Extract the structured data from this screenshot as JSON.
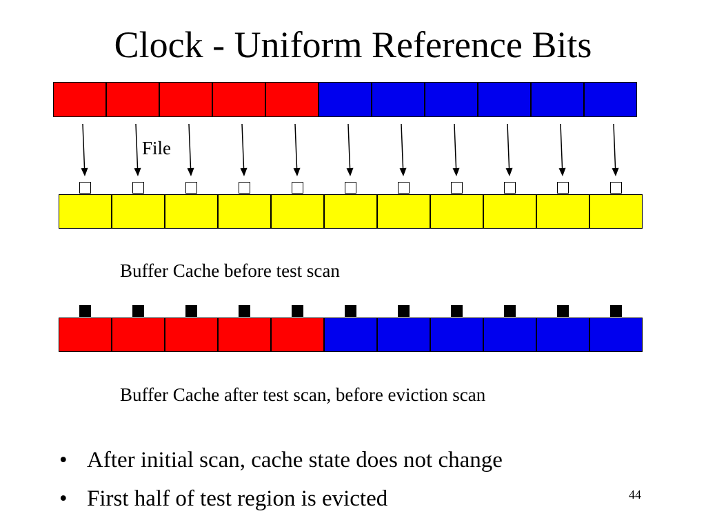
{
  "title": "Clock - Uniform Reference Bits",
  "colors": {
    "red": "#ff0000",
    "blue": "#0000ee",
    "yellow": "#ffff00",
    "bit_clear": "#ffffff",
    "bit_set": "#000000"
  },
  "file_label": "File",
  "file_blocks": [
    "red",
    "red",
    "red",
    "red",
    "red",
    "blue",
    "blue",
    "blue",
    "blue",
    "blue",
    "blue"
  ],
  "cache_before": {
    "blocks": [
      "yellow",
      "yellow",
      "yellow",
      "yellow",
      "yellow",
      "yellow",
      "yellow",
      "yellow",
      "yellow",
      "yellow",
      "yellow"
    ],
    "reference_bits": [
      0,
      0,
      0,
      0,
      0,
      0,
      0,
      0,
      0,
      0,
      0
    ],
    "caption": "Buffer Cache before test scan"
  },
  "cache_after": {
    "blocks": [
      "red",
      "red",
      "red",
      "red",
      "red",
      "blue",
      "blue",
      "blue",
      "blue",
      "blue",
      "blue"
    ],
    "reference_bits": [
      1,
      1,
      1,
      1,
      1,
      1,
      1,
      1,
      1,
      1,
      1
    ],
    "caption": "Buffer Cache after test scan, before eviction scan"
  },
  "bullets": [
    "After initial scan, cache state does not change",
    "First half of test region is evicted"
  ],
  "bullet_symbol": "•",
  "page_number": "44"
}
